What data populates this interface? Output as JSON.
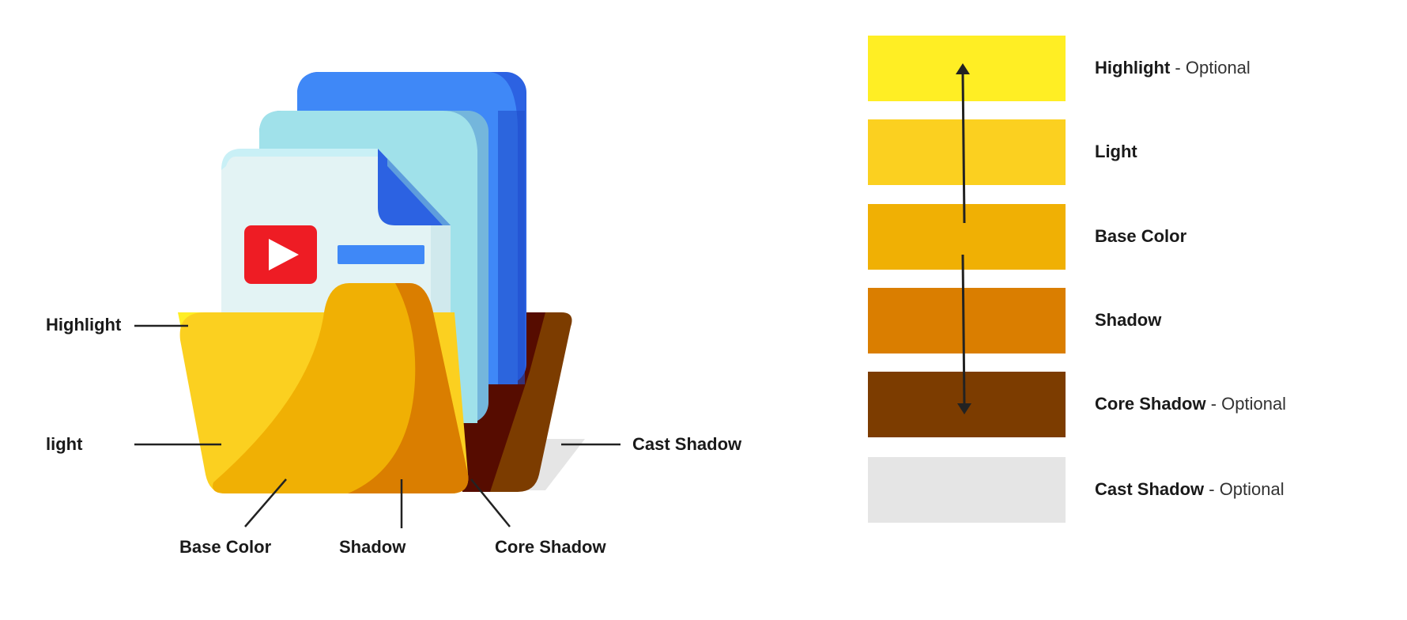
{
  "callouts": {
    "highlight": "Highlight",
    "light": "light",
    "base_color": "Base Color",
    "shadow": "Shadow",
    "core_shadow": "Core Shadow",
    "cast_shadow": "Cast Shadow"
  },
  "palette": [
    {
      "name": "Highlight",
      "suffix": " - Optional",
      "color": "#FFEE24"
    },
    {
      "name": "Light",
      "suffix": "",
      "color": "#FBD020"
    },
    {
      "name": "Base Color",
      "suffix": "",
      "color": "#F0B004"
    },
    {
      "name": "Shadow",
      "suffix": "",
      "color": "#DA7E00"
    },
    {
      "name": "Core Shadow",
      "suffix": " - Optional",
      "color": "#7C3C00"
    },
    {
      "name": "Cast Shadow",
      "suffix": " - Optional",
      "color": "#E5E5E5"
    }
  ],
  "illustration_colors": {
    "doc_back": "#3F88F7",
    "doc_back_side": "#2C62E2",
    "doc_mid": "#A0E1EA",
    "doc_mid_side": "#74B6DC",
    "doc_front": "#E3F3F4",
    "doc_front_top": "#C9F0F6",
    "play_button": "#EE1C24",
    "text_bar": "#3F88F7",
    "folder_back": "#560C00"
  }
}
